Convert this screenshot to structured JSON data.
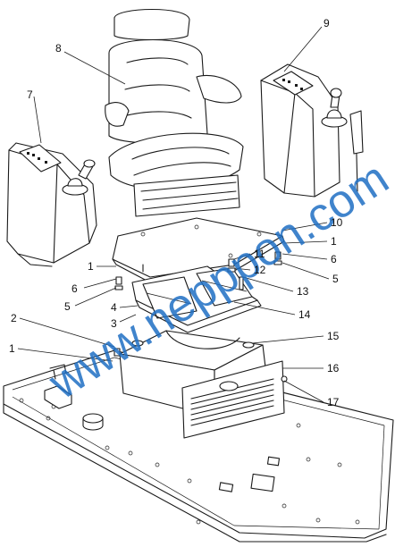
{
  "callouts": [
    {
      "id": "c1",
      "label": "1"
    },
    {
      "id": "c2",
      "label": "2"
    },
    {
      "id": "c3",
      "label": "3"
    },
    {
      "id": "c4",
      "label": "4"
    },
    {
      "id": "c5",
      "label": "5"
    },
    {
      "id": "c6",
      "label": "6"
    },
    {
      "id": "c7",
      "label": "7"
    },
    {
      "id": "c8",
      "label": "8"
    },
    {
      "id": "c9",
      "label": "9"
    },
    {
      "id": "c10",
      "label": "10"
    },
    {
      "id": "c11",
      "label": "11"
    },
    {
      "id": "c12",
      "label": "12"
    },
    {
      "id": "c13",
      "label": "13"
    },
    {
      "id": "c14",
      "label": "14"
    },
    {
      "id": "c15",
      "label": "15"
    },
    {
      "id": "c16",
      "label": "16"
    },
    {
      "id": "c17",
      "label": "17"
    }
  ],
  "watermark": "www.nepppon.com"
}
